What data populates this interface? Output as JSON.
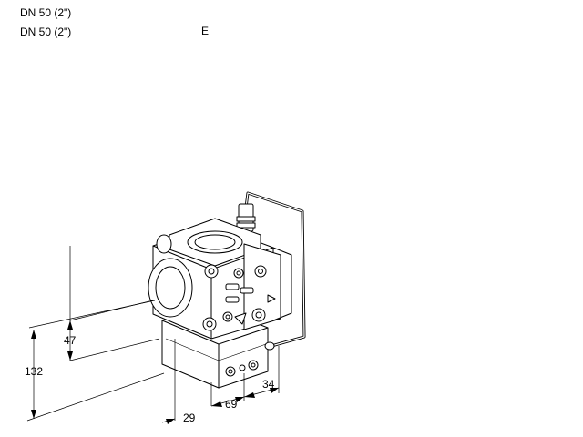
{
  "header": {
    "line1": "DN 50 (2\")",
    "line2": "DN 50 (2\")",
    "variant": "E"
  },
  "dimensions": {
    "height_upper": "47",
    "height_total": "132",
    "depth_front": "29",
    "depth_body": "69",
    "depth_rear": "34"
  },
  "colors": {
    "line": "#000000",
    "background": "#ffffff"
  }
}
